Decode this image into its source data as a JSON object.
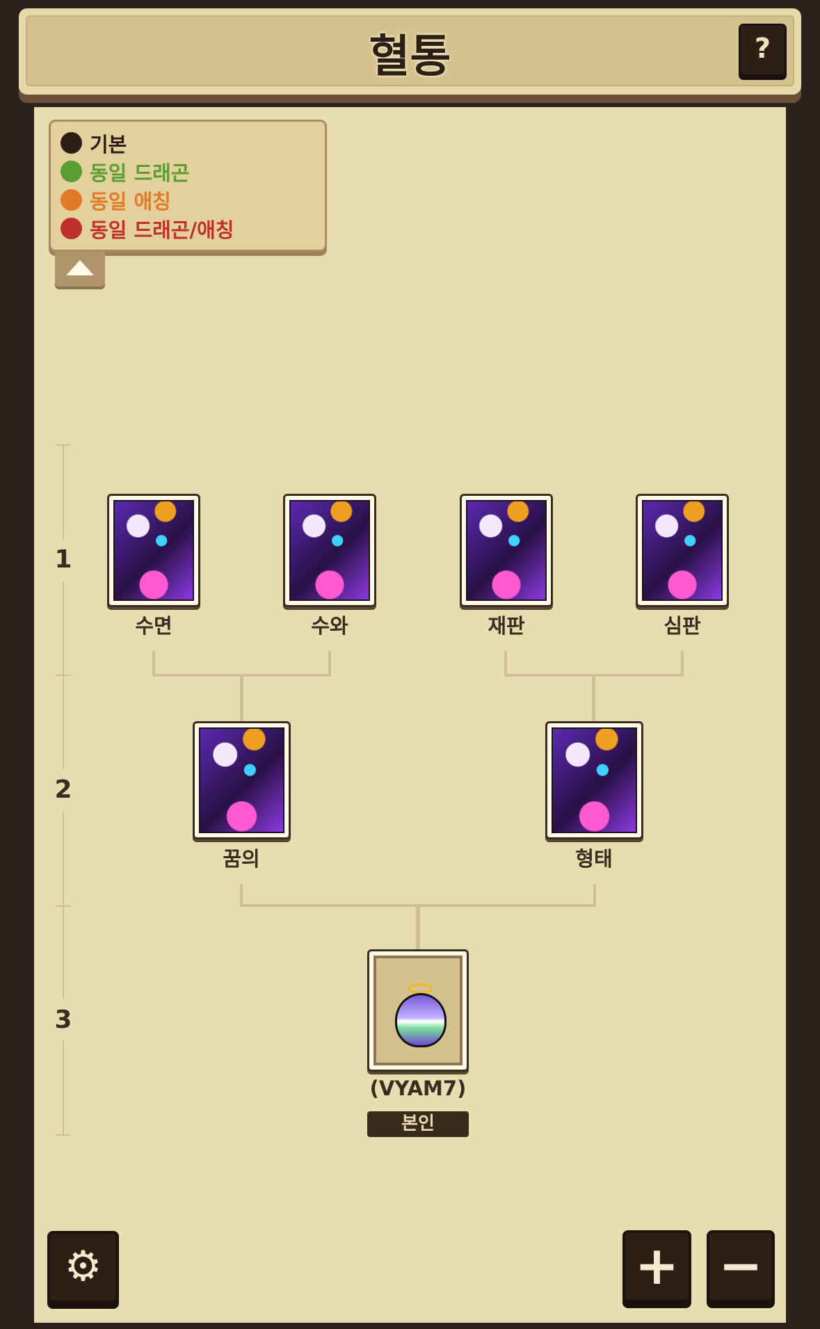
{
  "header": {
    "title": "혈통",
    "help_label": "?"
  },
  "legend": {
    "items": [
      {
        "label": "기본",
        "color": "#2c2016"
      },
      {
        "label": "동일 드래곤",
        "color": "#5a9e32"
      },
      {
        "label": "동일 애칭",
        "color": "#e07a28"
      },
      {
        "label": "동일 드래곤/애칭",
        "color": "#c0302a"
      }
    ]
  },
  "levels": [
    "1",
    "2",
    "3"
  ],
  "tree": {
    "gen1": [
      "수면",
      "수와",
      "재판",
      "심판"
    ],
    "gen2": [
      "꿈의",
      "형태"
    ],
    "self": {
      "name": "(VYAM7)",
      "badge": "본인"
    }
  },
  "controls": {
    "zoom_in": "+",
    "zoom_out": "−"
  }
}
